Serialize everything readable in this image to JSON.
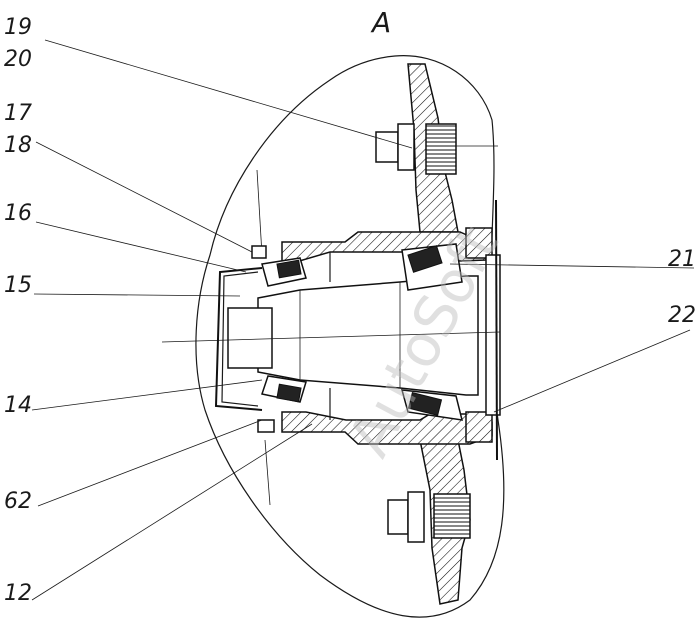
{
  "view_label": "A",
  "watermark": "AutoSoft",
  "callouts": [
    {
      "id": "19",
      "text": "19"
    },
    {
      "id": "20",
      "text": "20"
    },
    {
      "id": "17",
      "text": "17"
    },
    {
      "id": "18",
      "text": "18"
    },
    {
      "id": "16",
      "text": "16"
    },
    {
      "id": "15",
      "text": "15"
    },
    {
      "id": "14",
      "text": "14"
    },
    {
      "id": "62",
      "text": "62"
    },
    {
      "id": "12",
      "text": "12"
    },
    {
      "id": "21",
      "text": "21"
    },
    {
      "id": "22",
      "text": "22"
    }
  ]
}
